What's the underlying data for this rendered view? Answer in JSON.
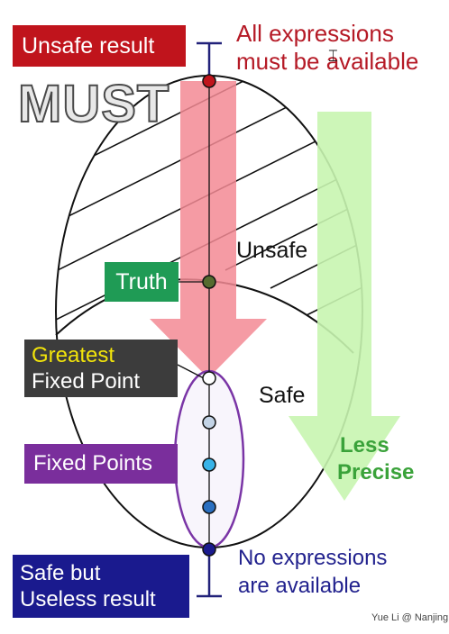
{
  "labels": {
    "unsafe_result": "Unsafe result",
    "all_expressions_line1": "All expressions",
    "all_expressions_line2": "must be available",
    "must": "MUST",
    "unsafe": "Unsafe",
    "truth": "Truth",
    "greatest": "Greatest",
    "fixed_point": "Fixed Point",
    "safe": "Safe",
    "fixed_points": "Fixed Points",
    "less": "Less",
    "precise": "Precise",
    "safe_but": "Safe but",
    "useless_result": "Useless result",
    "no_expressions": "No expressions",
    "are_available": "are available",
    "credit": "Yue Li @ Nanjing"
  },
  "colors": {
    "unsafe_box": "#c0141c",
    "truth_box": "#1f9b55",
    "greatest_box": "#3c3c3c",
    "greatest_text": "#f2e40a",
    "fixed_points_box": "#7a2e9c",
    "useless_box": "#1a1a8e",
    "red_arrow": "#f38a94",
    "green_arrow": "#c8f5b0",
    "fixed_point_ellipse": "#7a35a6",
    "dot_top": "#c0141c",
    "dot_truth": "#556b2f",
    "dot_gfp": "#ffffff",
    "dot_2": "#c3d3e6",
    "dot_3": "#38b3e8",
    "dot_4": "#2a6fc0",
    "dot_bottom": "#1a1a8e"
  }
}
